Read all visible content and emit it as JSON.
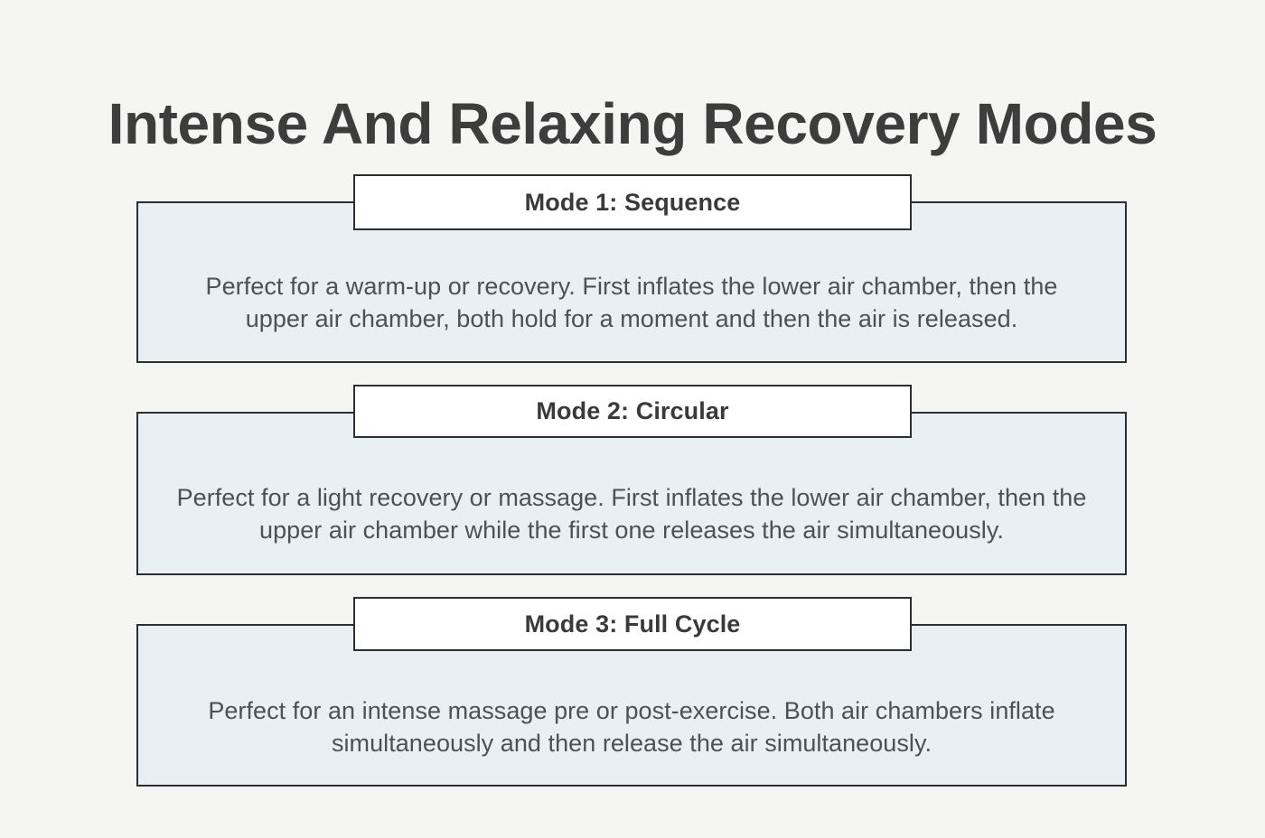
{
  "page": {
    "title": "Intense And Relaxing Recovery Modes",
    "background_color": "#f5f5f4",
    "panel_fill_color": "#e8f0f3",
    "border_color": "#2b2f33",
    "title_color": "#3d3d3d",
    "body_text_color": "#4a5258"
  },
  "modes": [
    {
      "header": "Mode 1: Sequence",
      "body": "Perfect for a warm-up or recovery. First inflates the lower air chamber, then the upper air chamber, both hold for a moment and then the air is released."
    },
    {
      "header": "Mode 2: Circular",
      "body": "Perfect for a light recovery or massage. First inflates the lower air chamber, then the upper air chamber while the first one releases the air simultaneously."
    },
    {
      "header": "Mode 3: Full Cycle",
      "body": "Perfect for an intense massage pre or post-exercise. Both air chambers inflate simultaneously and then release the air simultaneously."
    }
  ]
}
